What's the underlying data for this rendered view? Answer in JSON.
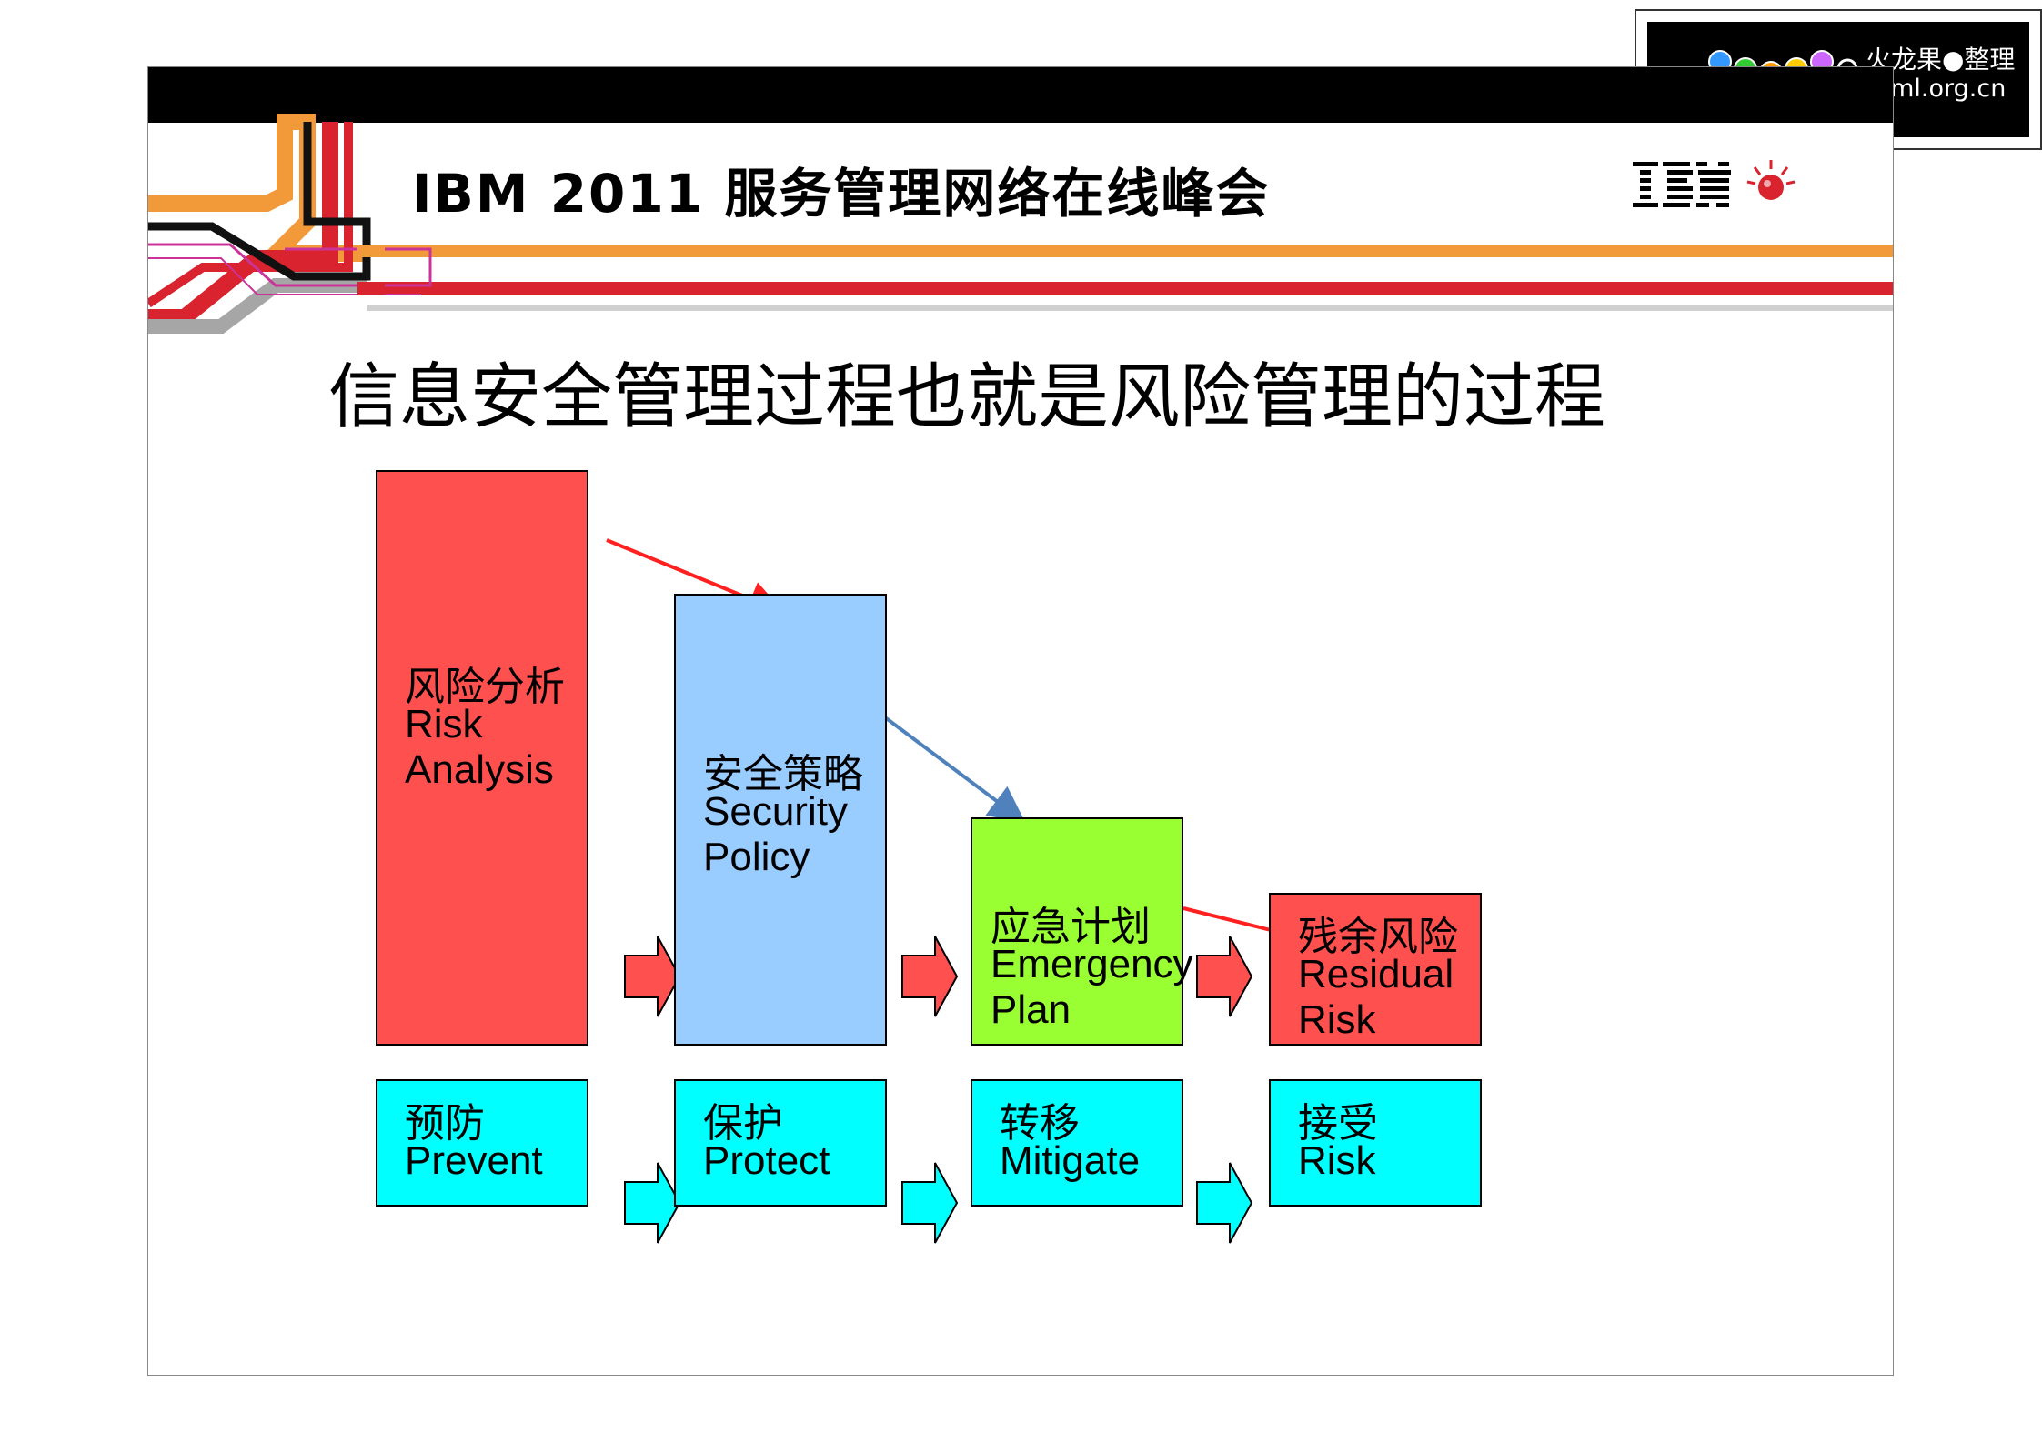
{
  "header": {
    "event_title": "IBM 2011 服务管理网络在线峰会",
    "logo_text": "IBM"
  },
  "badge": {
    "line1": "火龙果●整理",
    "line2": "uml.org.cn"
  },
  "slide": {
    "title": "信息安全管理过程也就是风险管理的过程"
  },
  "process_boxes": [
    {
      "zh": "风险分析",
      "en1": "Risk",
      "en2": "Analysis",
      "color": "#ff5050"
    },
    {
      "zh": "安全策略",
      "en1": "Security",
      "en2": "Policy",
      "color": "#99ccff"
    },
    {
      "zh": "应急计划",
      "en1": "Emergency",
      "en2": "Plan",
      "color": "#99ff33"
    },
    {
      "zh": "残余风险",
      "en1": "Residual",
      "en2": "Risk",
      "color": "#ff5050"
    }
  ],
  "action_boxes": [
    {
      "zh": "预防",
      "en": "Prevent",
      "color": "#00ffff"
    },
    {
      "zh": "保护",
      "en": "Protect",
      "color": "#00ffff"
    },
    {
      "zh": "转移",
      "en": "Mitigate",
      "color": "#00ffff"
    },
    {
      "zh": "接受",
      "en": "Risk",
      "color": "#00ffff"
    }
  ],
  "colors": {
    "arrow_red": "#ff2020",
    "arrow_blue": "#4f81bd",
    "block_arrow_red": "#ff5050",
    "block_arrow_cyan": "#00ffff",
    "stripe_orange": "#f29a3a",
    "stripe_red": "#d9232e",
    "stripe_gray": "#a6a6a6"
  }
}
